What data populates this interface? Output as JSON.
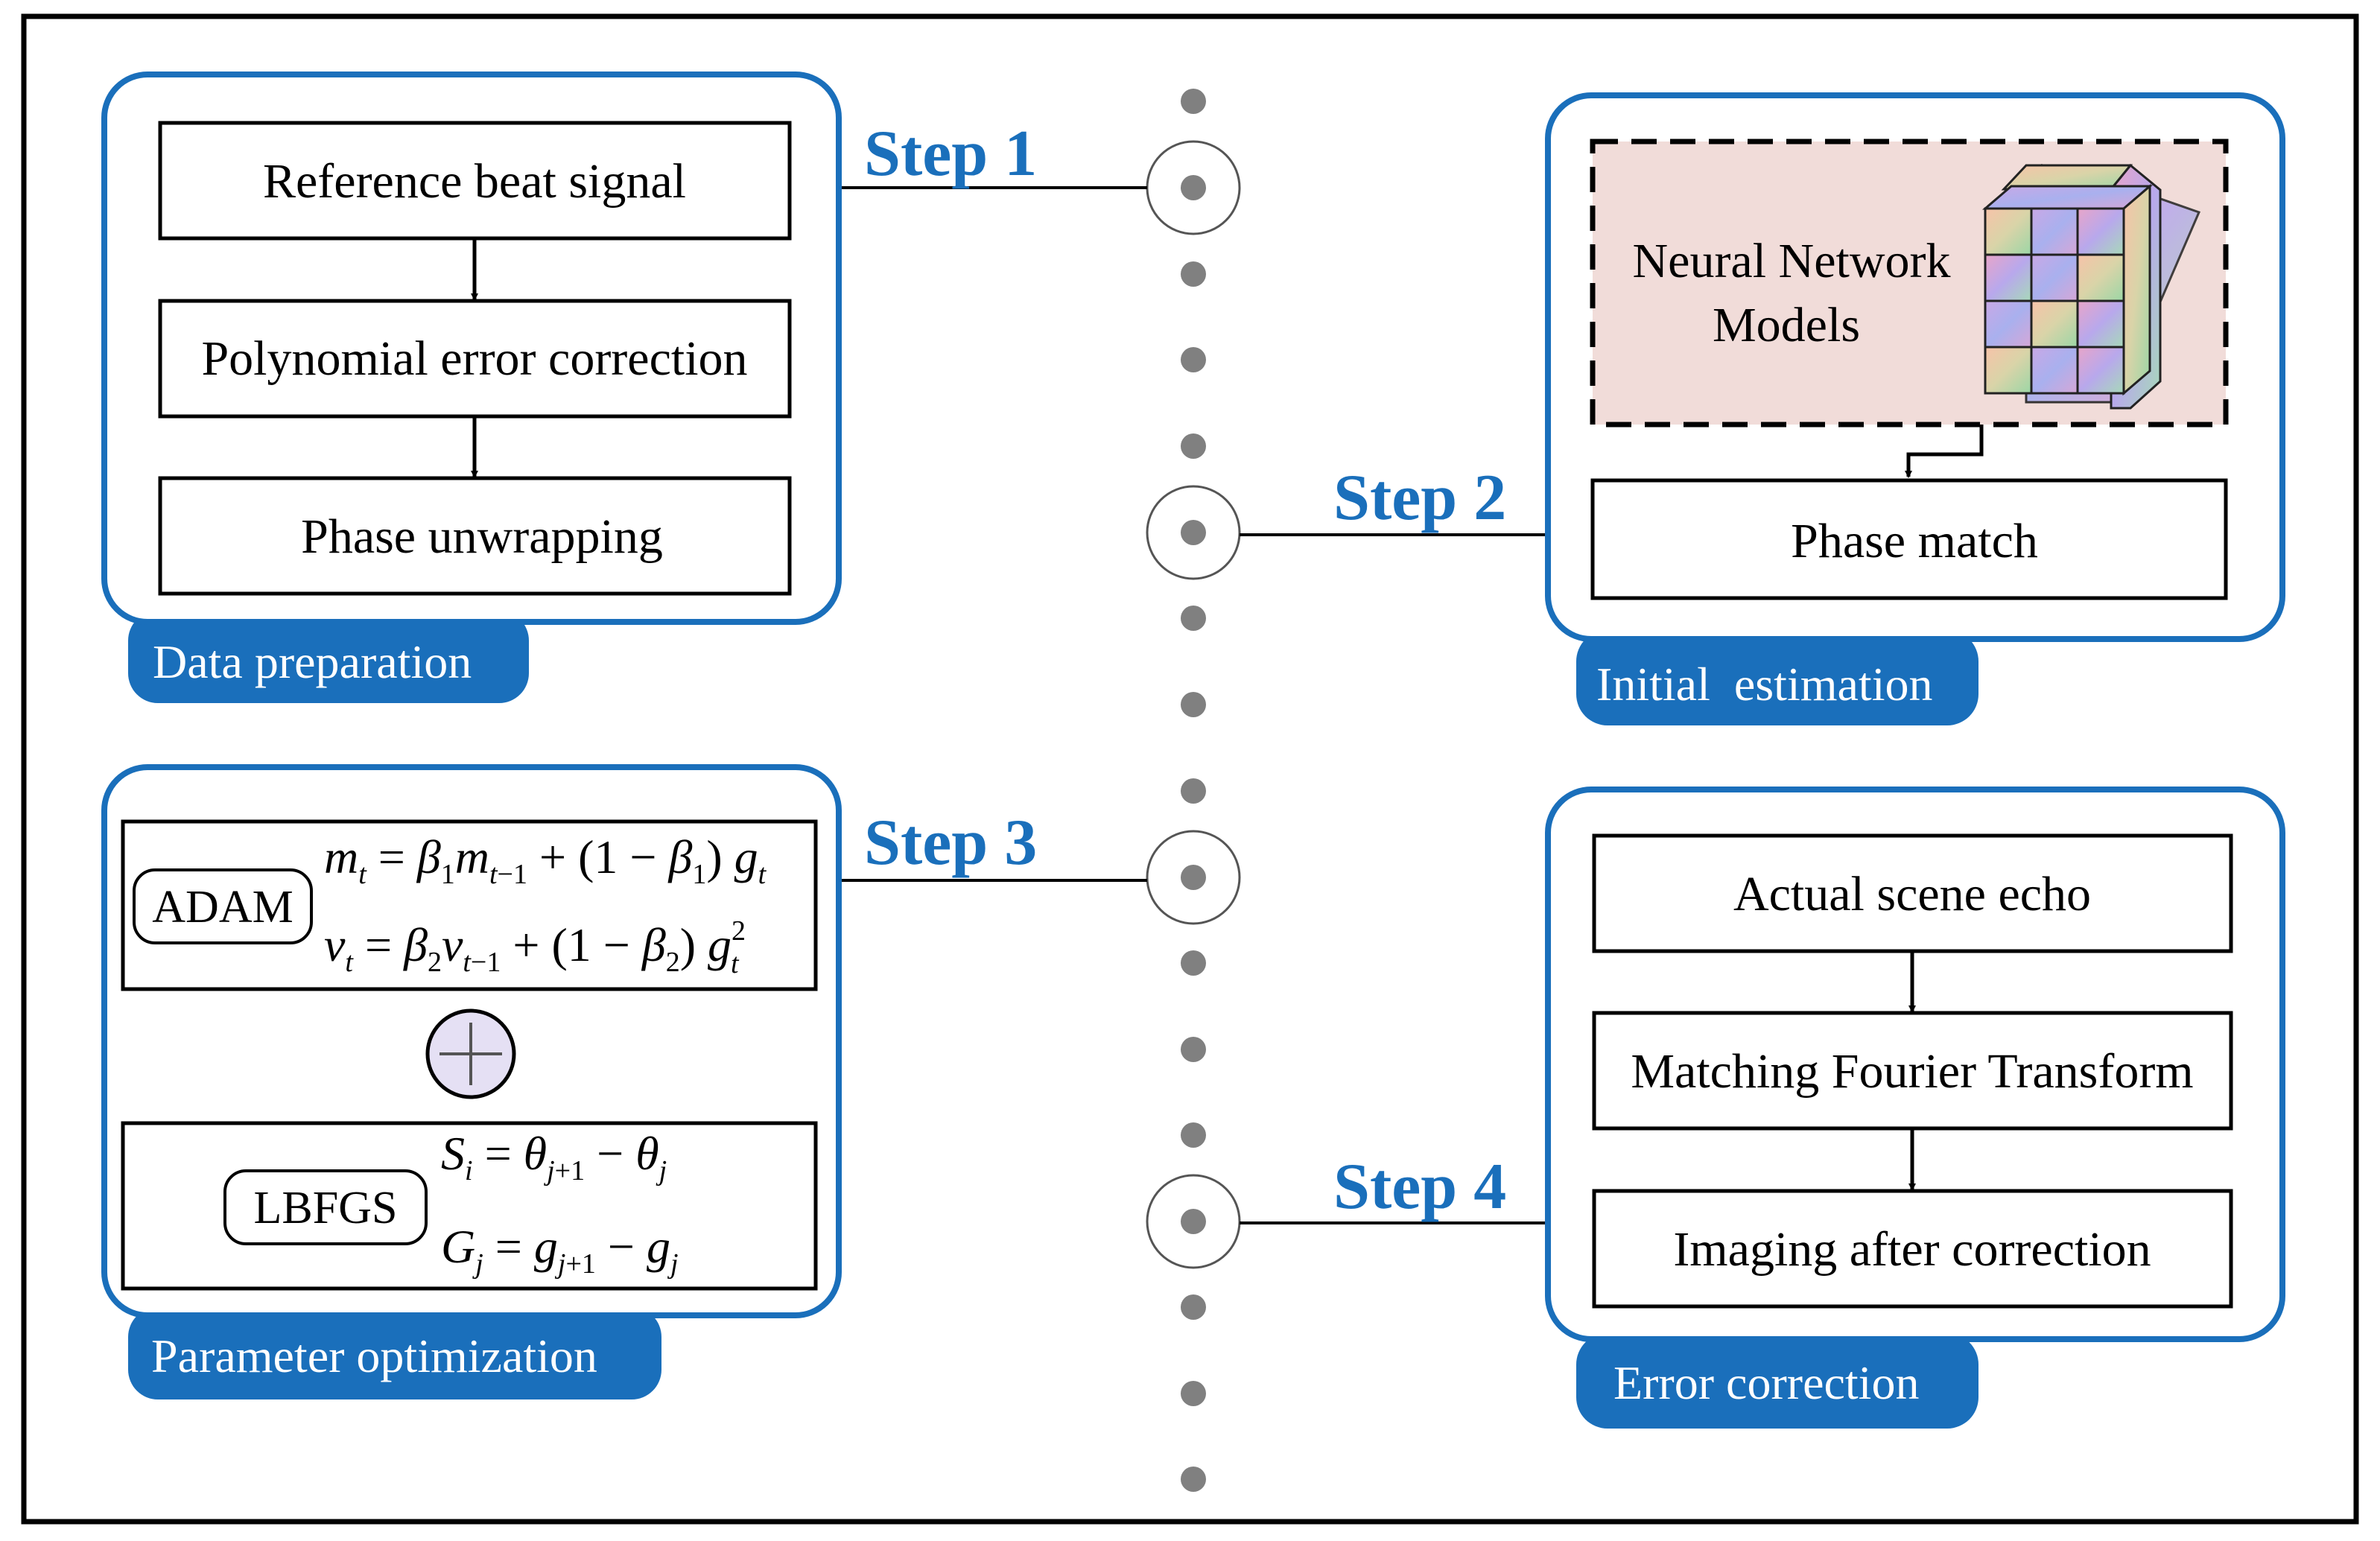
{
  "steps": {
    "s1": "Step 1",
    "s2": "Step 2",
    "s3": "Step 3",
    "s4": "Step 4"
  },
  "data_preparation": {
    "tag": "Data preparation",
    "items": [
      "Reference beat signal",
      "Polynomial error correction",
      "Phase unwrapping"
    ]
  },
  "initial_estimation": {
    "tag": "Initial  estimation",
    "nn_line1": "Neural Network",
    "nn_line2": "Models",
    "phase_match": "Phase match"
  },
  "parameter_optimization": {
    "tag": "Parameter optimization",
    "adam_label": "ADAM",
    "lbfgs_label": "LBFGS"
  },
  "error_correction": {
    "tag": "Error correction",
    "items": [
      "Actual scene echo",
      "Matching Fourier Transform",
      "Imaging after correction"
    ]
  },
  "colors": {
    "accent": "#1a6fbb",
    "nn_fill": "#f1dcd9",
    "plus_fill": "#e5e0f4",
    "dot": "#808080"
  }
}
